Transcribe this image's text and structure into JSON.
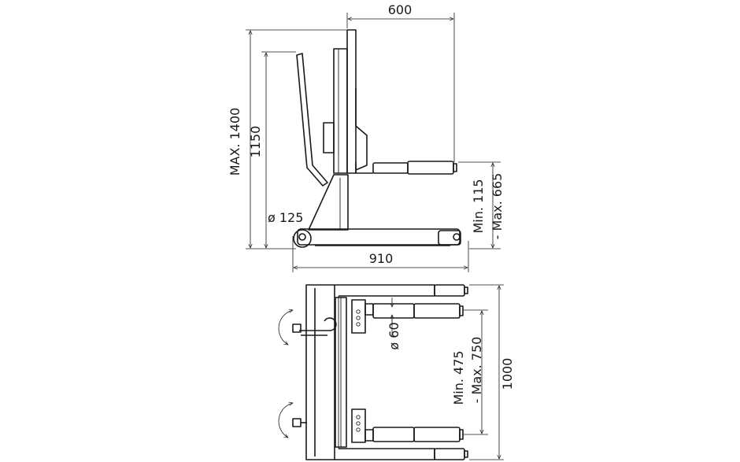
{
  "diagram": {
    "side_view": {
      "dim_width_top": "600",
      "dim_max_height": "MAX. 1400",
      "dim_height": "1150",
      "dim_wheel": "ø 125",
      "dim_fork_height_min": "Min. 115",
      "dim_fork_height_max": "- Max. 665",
      "dim_length": "910"
    },
    "top_view": {
      "dim_roller": "ø 60",
      "dim_spread_min": "Min. 475",
      "dim_spread_max": "- Max. 750",
      "dim_width": "1000"
    }
  }
}
